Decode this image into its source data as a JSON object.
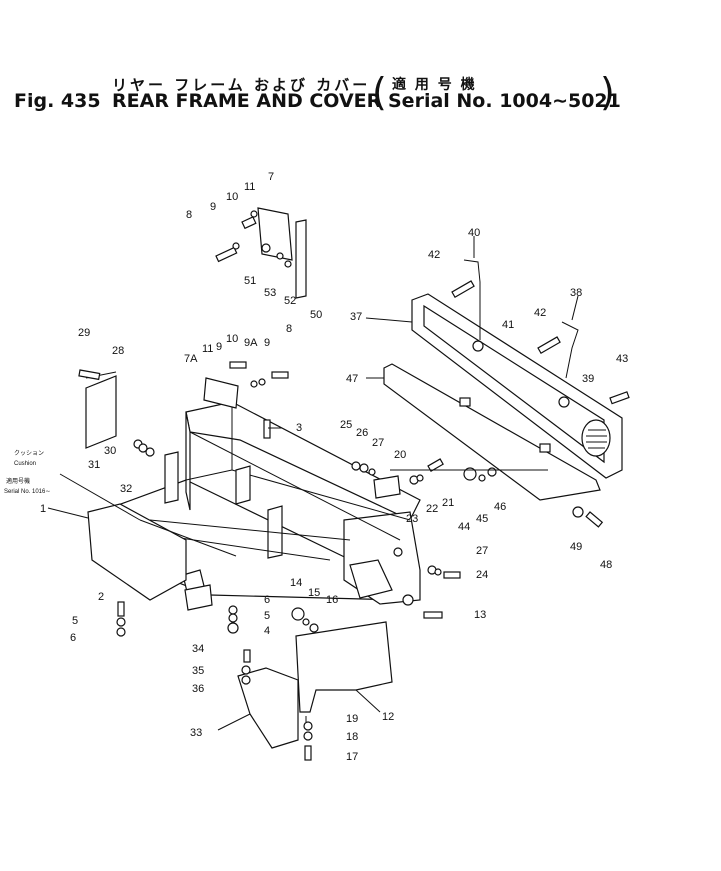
{
  "header": {
    "jp_title": "リヤー フレーム および カバー",
    "jp_serial": "適 用 号 機",
    "fig_label": "Fig. 435",
    "title": "REAR FRAME AND COVER",
    "serial_range": "Serial No. 1004∼5021",
    "paren_open": "(",
    "paren_close": ")"
  },
  "cushion_note": {
    "jp": "クッション",
    "en": "Cushion",
    "jp_serial": "適用号機",
    "serial": "Serial No. 1016∼"
  },
  "callouts": [
    "1",
    "2",
    "3",
    "4",
    "5",
    "6",
    "6",
    "7",
    "7A",
    "8",
    "8",
    "9",
    "9",
    "9",
    "9A",
    "10",
    "10",
    "11",
    "11",
    "12",
    "13",
    "14",
    "15",
    "16",
    "17",
    "18",
    "19",
    "20",
    "21",
    "22",
    "23",
    "24",
    "25",
    "26",
    "27",
    "27",
    "28",
    "29",
    "30",
    "31",
    "32",
    "33",
    "34",
    "35",
    "36",
    "37",
    "38",
    "39",
    "40",
    "41",
    "42",
    "42",
    "43",
    "44",
    "45",
    "46",
    "47",
    "48",
    "49",
    "50",
    "51",
    "52",
    "53",
    "5"
  ]
}
